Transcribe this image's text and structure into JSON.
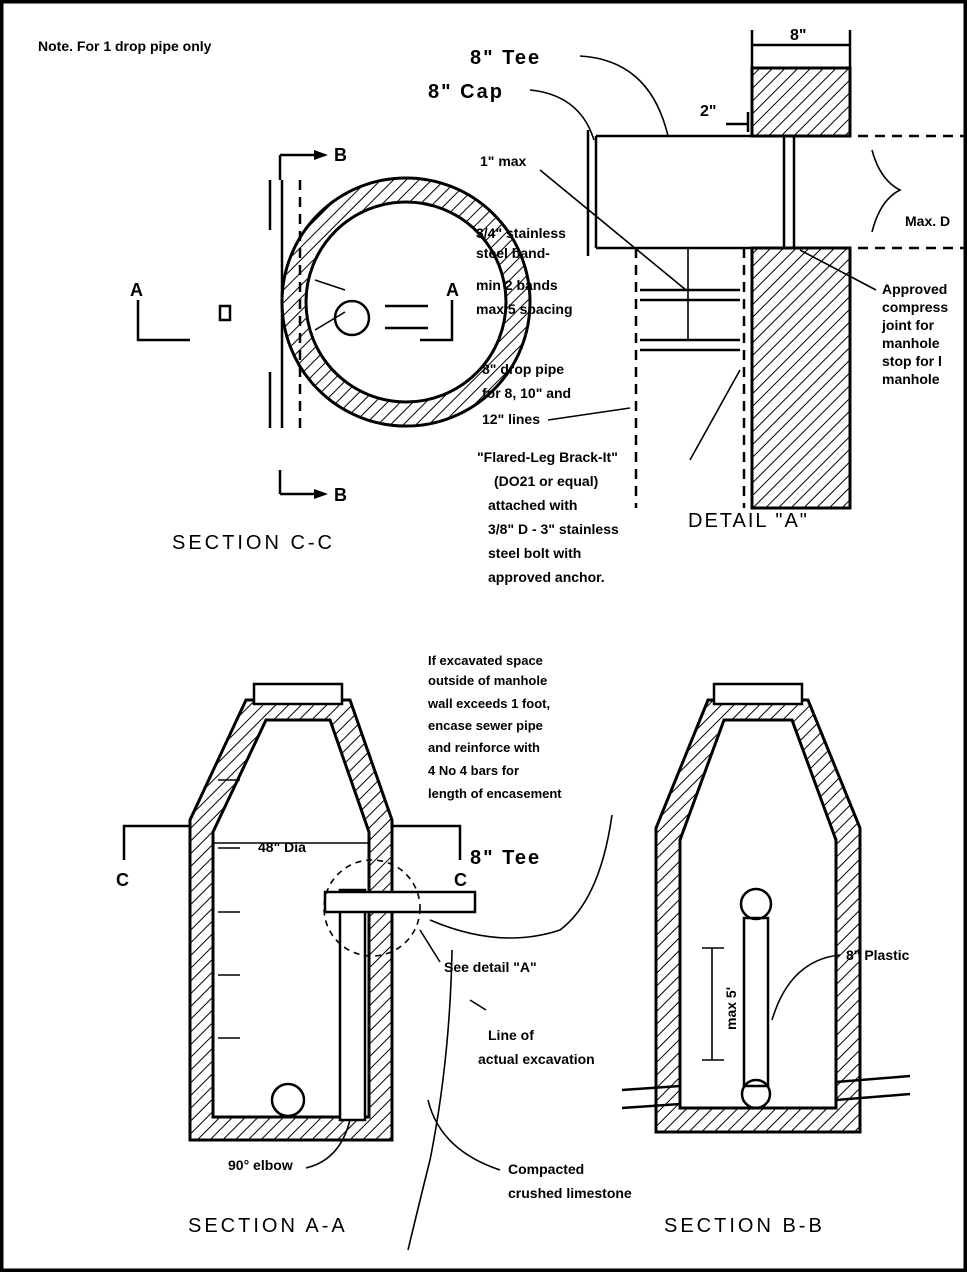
{
  "note": "Note. For 1 drop pipe only",
  "section_cc": {
    "title": "SECTION   C-C",
    "marker_b_top": "B",
    "marker_b_bottom": "B",
    "marker_a_left": "A",
    "marker_a_right": "A"
  },
  "detail_a": {
    "title": "DETAIL  \"A\"",
    "tee": "8\" Tee",
    "cap": "8\" Cap",
    "dim_top": "8\"",
    "dim_2": "2\"",
    "one_max": "1\" max",
    "band_lines": [
      "3/4\" stainless",
      "steel band-",
      "min  2 bands",
      "max 5 spacing"
    ],
    "drop_pipe_lines": [
      "8\" drop pipe",
      "for  8, 10\" and",
      "12\"  lines"
    ],
    "bracket_lines": [
      "\"Flared-Leg Brack-It\"",
      "(DO21 or equal)",
      "attached with",
      "3/8\" D - 3\" stainless",
      "steel bolt with",
      "approved anchor."
    ],
    "max_d": "Max. D",
    "approved_lines": [
      "Approved",
      "compress",
      "joint for",
      "manhole",
      "stop for l",
      "manhole"
    ]
  },
  "section_aa": {
    "title": "SECTION   A-A",
    "excavated_lines": [
      "If excavated space",
      "outside of manhole",
      "wall exceeds 1 foot,",
      "encase sewer pipe",
      "and reinforce with",
      "4 No 4 bars for",
      "length of encasement"
    ],
    "dia": "48\" Dia",
    "tee": "8\" Tee",
    "marker_c_left": "C",
    "marker_c_right": "C",
    "see_detail": "See detail \"A\"",
    "excavation_lines": [
      "Line of",
      "actual excavation"
    ],
    "elbow": "90° elbow",
    "compacted_lines": [
      "Compacted",
      "crushed limestone"
    ]
  },
  "section_bb": {
    "title": "SECTION   B-B",
    "plastic": "8\" Plastic",
    "max5": "max 5'"
  }
}
